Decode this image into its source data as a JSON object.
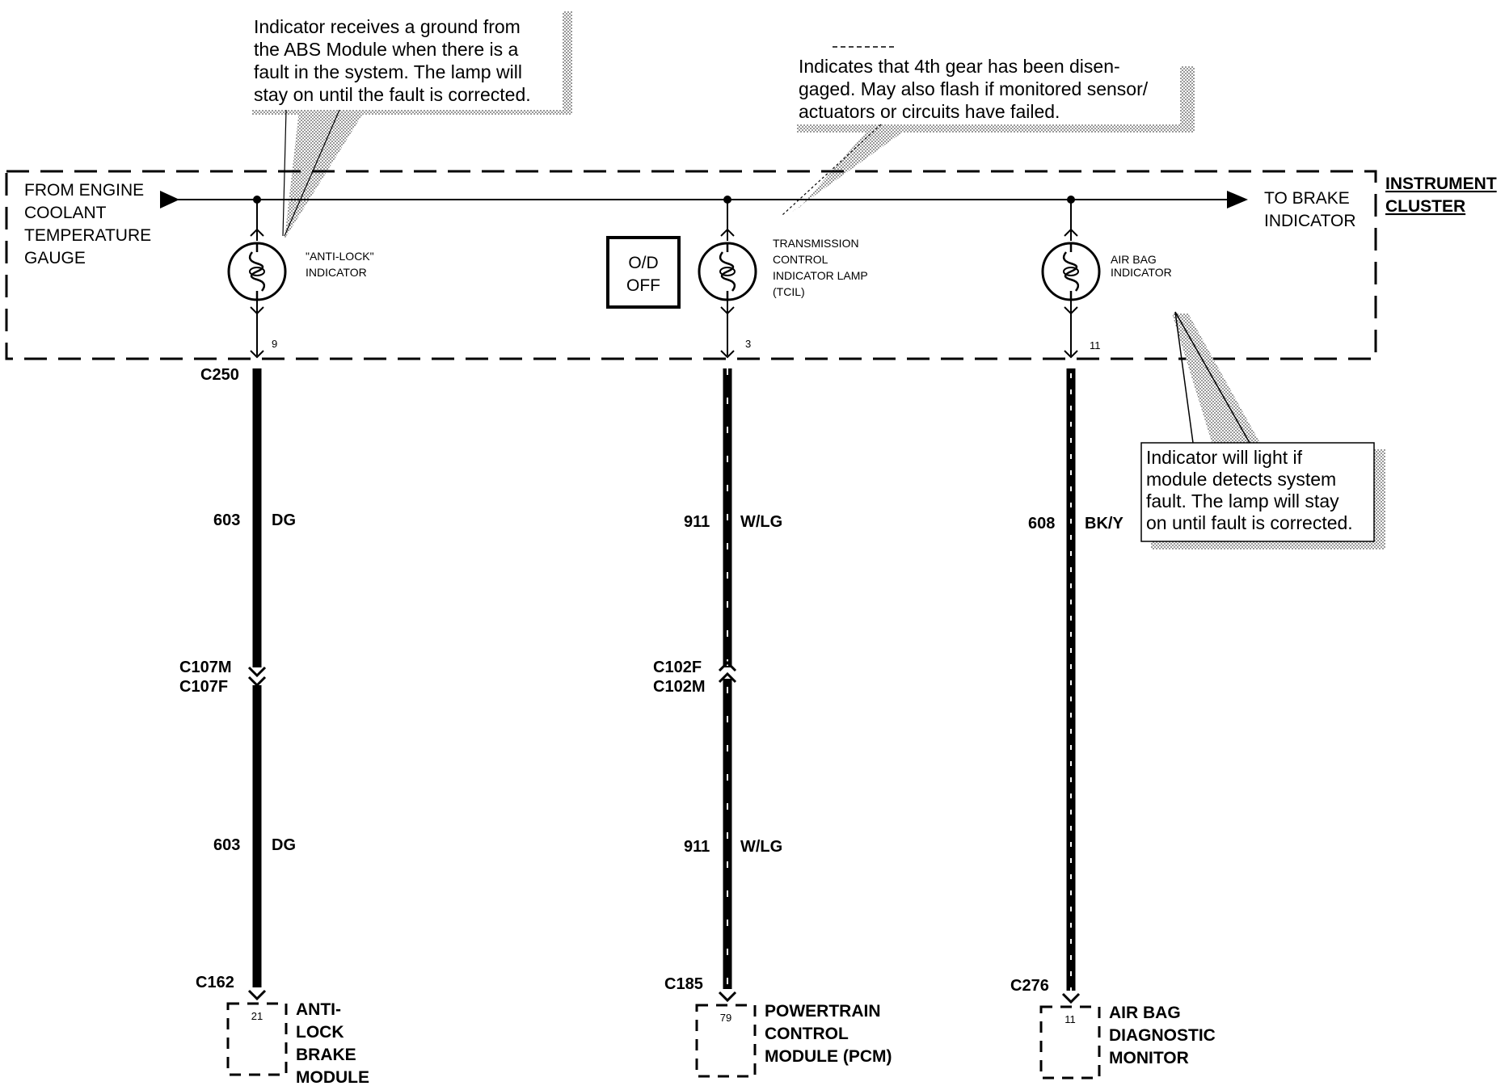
{
  "notes": {
    "abs": [
      "Indicator receives a ground from",
      "the ABS Module when there is a",
      "fault in the system. The lamp will",
      "stay on until the fault is corrected."
    ],
    "tcil": [
      "Indicates that 4th gear has been disen-",
      "gaged. May also flash if monitored sensor/",
      "actuators or circuits have failed."
    ],
    "airbag": [
      "Indicator will light if",
      "module detects system",
      "fault.  The lamp will stay",
      "on until fault is corrected."
    ]
  },
  "cluster": {
    "label": [
      "INSTRUMENT",
      "CLUSTER"
    ],
    "source": [
      "FROM ENGINE",
      "COOLANT",
      "TEMPERATURE",
      "GAUGE"
    ],
    "dest": [
      "TO BRAKE",
      "INDICATOR"
    ],
    "od_switch": [
      "O/D",
      "OFF"
    ]
  },
  "lamps": {
    "antilock": [
      "\"ANTI-LOCK\"",
      "INDICATOR"
    ],
    "tcil": [
      "TRANSMISSION",
      "CONTROL",
      "INDICATOR LAMP",
      "(TCIL)"
    ],
    "airbag": [
      "AIR BAG",
      "INDICATOR"
    ]
  },
  "circuits": {
    "left": {
      "pin_top": "9",
      "conn_top": "C250",
      "wire1_num": "603",
      "wire1_color": "DG",
      "inline_a": "C107M",
      "inline_b": "C107F",
      "wire2_num": "603",
      "wire2_color": "DG",
      "conn_bottom": "C162",
      "pin_bottom": "21",
      "module": [
        "ANTI-",
        "LOCK",
        "BRAKE",
        "MODULE"
      ]
    },
    "middle": {
      "pin_top": "3",
      "wire1_num": "911",
      "wire1_color": "W/LG",
      "inline_a": "C102F",
      "inline_b": "C102M",
      "wire2_num": "911",
      "wire2_color": "W/LG",
      "conn_bottom": "C185",
      "pin_bottom": "79",
      "module": [
        "POWERTRAIN",
        "CONTROL",
        "MODULE (PCM)"
      ]
    },
    "right": {
      "pin_top": "11",
      "wire1_num": "608",
      "wire1_color": "BK/Y",
      "conn_bottom": "C276",
      "pin_bottom": "11",
      "module": [
        "AIR BAG",
        "DIAGNOSTIC",
        "MONITOR"
      ]
    }
  }
}
